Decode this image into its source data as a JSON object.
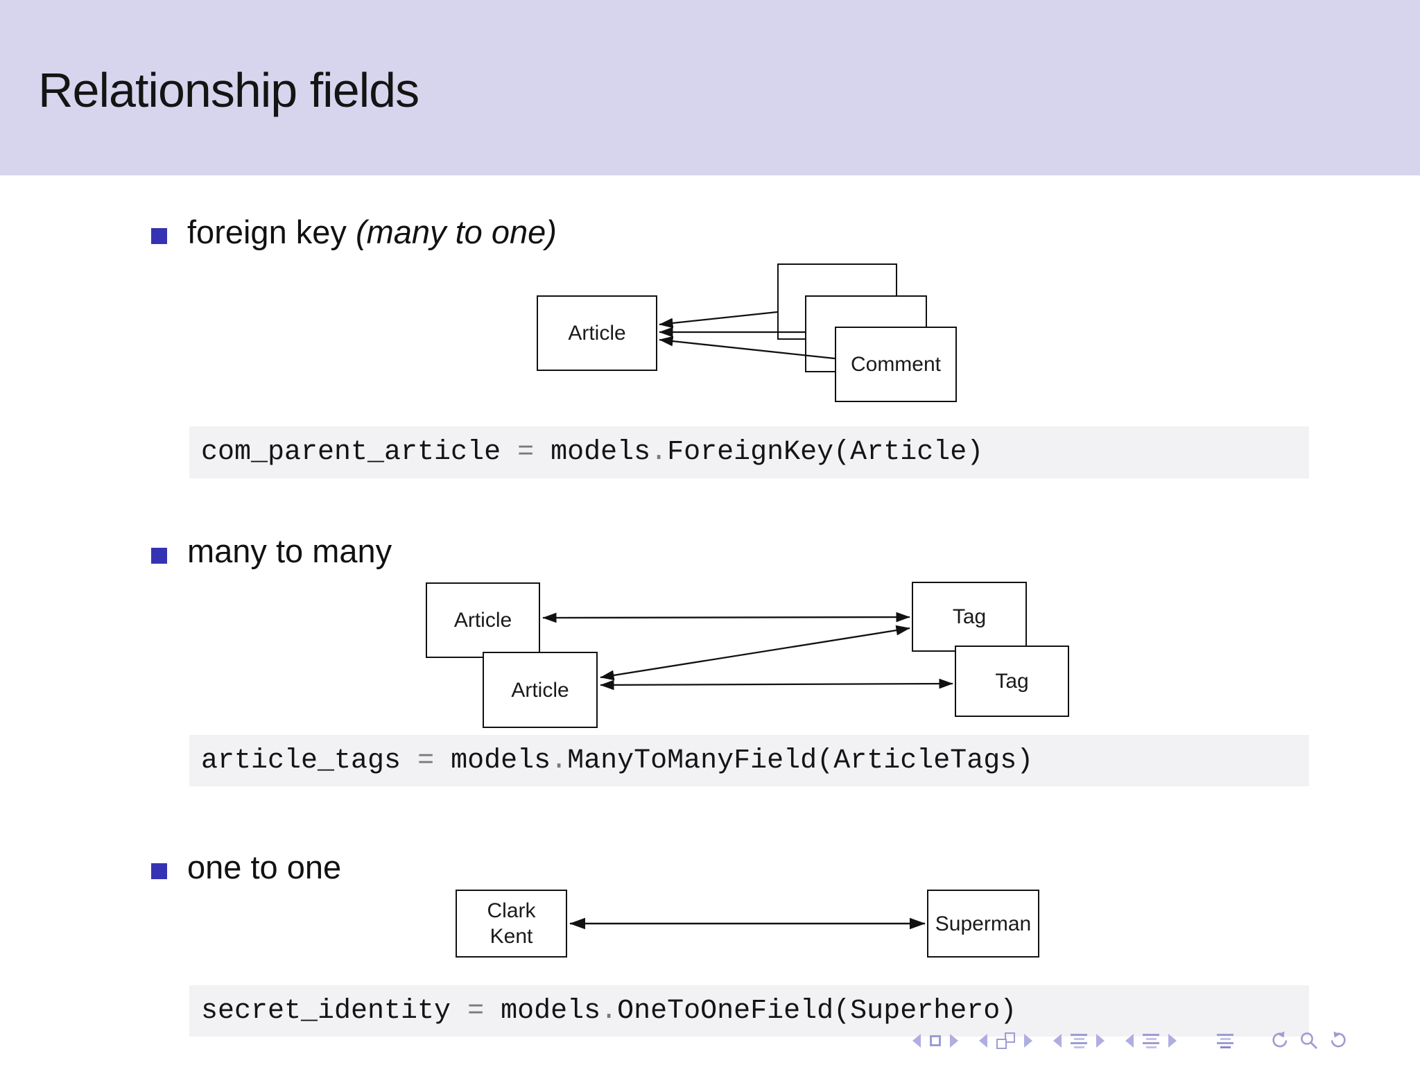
{
  "slide": {
    "title": "Relationship fields"
  },
  "bullets": [
    {
      "label": "foreign key ",
      "label_italic": "(many to one)"
    },
    {
      "label": "many to many",
      "label_italic": ""
    },
    {
      "label": "one to one",
      "label_italic": ""
    }
  ],
  "diagram_foreign_key": {
    "article_label": "Article",
    "comment_label": "Comment"
  },
  "diagram_many_to_many": {
    "article_back_label": "Article",
    "article_front_label": "Article",
    "tag_back_label": "Tag",
    "tag_front_label": "Tag"
  },
  "diagram_one_to_one": {
    "left_label_line1": "Clark",
    "left_label_line2": "Kent",
    "right_label": "Superman"
  },
  "code_blocks": [
    {
      "lhs": "com_parent_article ",
      "eq": "= ",
      "obj": "models",
      "dot": ".",
      "rest": "ForeignKey(Article)"
    },
    {
      "lhs": "article_tags ",
      "eq": "= ",
      "obj": "models",
      "dot": ".",
      "rest": "ManyToManyField(ArticleTags)"
    },
    {
      "lhs": "secret_identity ",
      "eq": "= ",
      "obj": "models",
      "dot": ".",
      "rest": "OneToOneField(Superhero)"
    }
  ],
  "nav": {
    "items": [
      "prev-slide",
      "current-slide",
      "next-slide",
      "prev-overlay",
      "overlays",
      "next-overlay",
      "prev-section",
      "section-toc",
      "next-section",
      "prev-subsection",
      "subsection-toc",
      "next-subsection",
      "appendix-toc",
      "history-back",
      "search",
      "history-forward"
    ]
  },
  "colors": {
    "header_bg": "#d7d4ee",
    "bullet_square": "#3533b3",
    "code_bg": "#f2f1f4",
    "diagram_stroke": "#111111",
    "code_punct": "#7a7a7a",
    "nav_icons": "#9e9cd2"
  }
}
